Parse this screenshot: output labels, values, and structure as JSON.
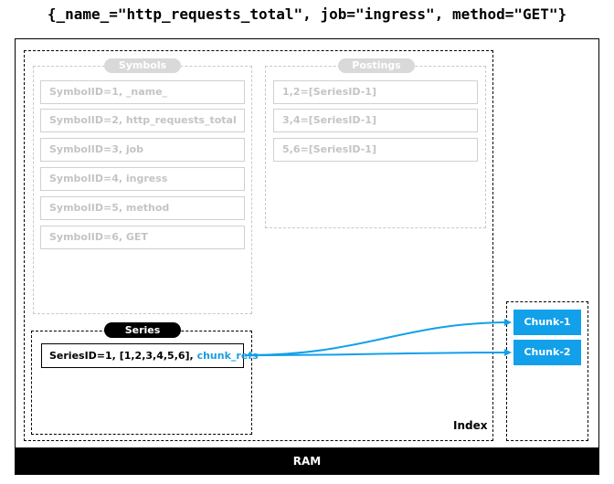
{
  "title": "{_name_=\"http_requests_total\", job=\"ingress\", method=\"GET\"}",
  "ram_label": "RAM",
  "index_label": "Index",
  "symbols": {
    "label": "Symbols",
    "items": [
      "SymbolID=1, _name_",
      "SymbolID=2, http_requests_total",
      "SymbolID=3, job",
      "SymbolID=4, ingress",
      "SymbolID=5, method",
      "SymbolID=6, GET"
    ]
  },
  "postings": {
    "label": "Postings",
    "items": [
      "1,2=[SeriesID-1]",
      "3,4=[SeriesID-1]",
      "5,6=[SeriesID-1]"
    ]
  },
  "series": {
    "label": "Series",
    "row_text": "SeriesID=1, [1,2,3,4,5,6], ",
    "row_refs": "chunk_refs"
  },
  "chunks": [
    "Chunk-1",
    "Chunk-2"
  ],
  "colors": {
    "accent": "#12a0ea",
    "faded": "#c4c4c4",
    "black": "#000000"
  }
}
